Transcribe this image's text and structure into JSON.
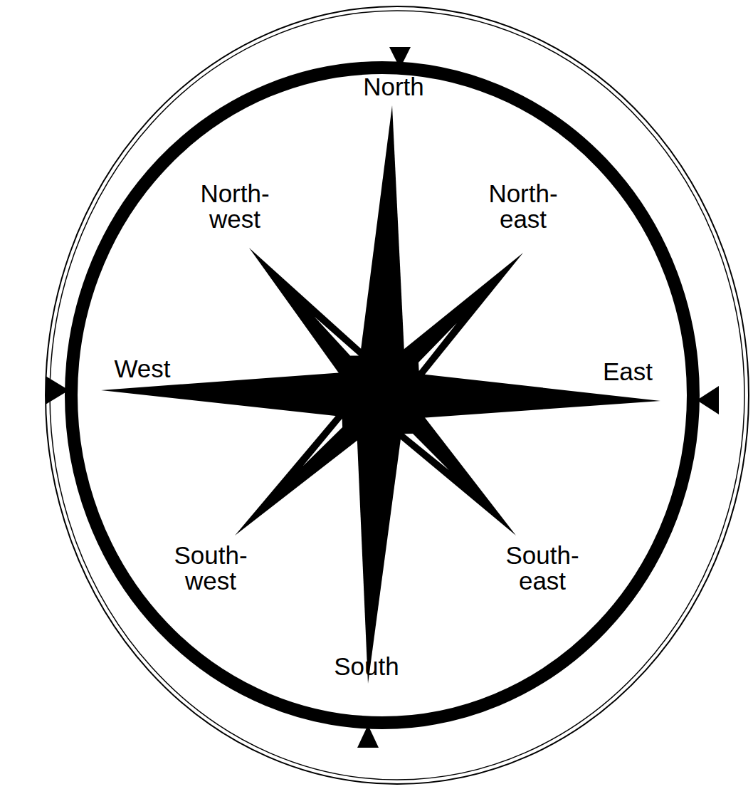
{
  "diagram": {
    "labels": [
      "North",
      "North- west",
      "North- east",
      "West",
      "East",
      "South- west",
      "South- east",
      "South"
    ]
  }
}
